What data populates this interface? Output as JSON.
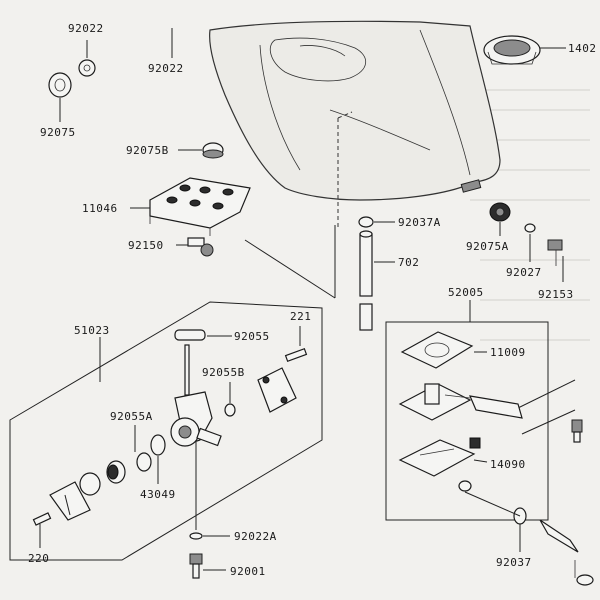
{
  "labels": {
    "l_92022_top": "92022",
    "l_92022": "92022",
    "l_1402": "1402",
    "l_92075": "92075",
    "l_92075B": "92075B",
    "l_11046": "11046",
    "l_92150": "92150",
    "l_92037A": "92037A",
    "l_702": "702",
    "l_92075A": "92075A",
    "l_92027": "92027",
    "l_92153": "92153",
    "l_51023": "51023",
    "l_92055": "92055",
    "l_221": "221",
    "l_92055B": "92055B",
    "l_92055A": "92055A",
    "l_43049": "43049",
    "l_220": "220",
    "l_92022A": "92022A",
    "l_92001": "92001",
    "l_52005": "52005",
    "l_11009": "11009",
    "l_14090": "14090",
    "l_92037": "92037"
  },
  "colors": {
    "paper": "#f2f1ee",
    "ink": "#1a1a1a"
  }
}
